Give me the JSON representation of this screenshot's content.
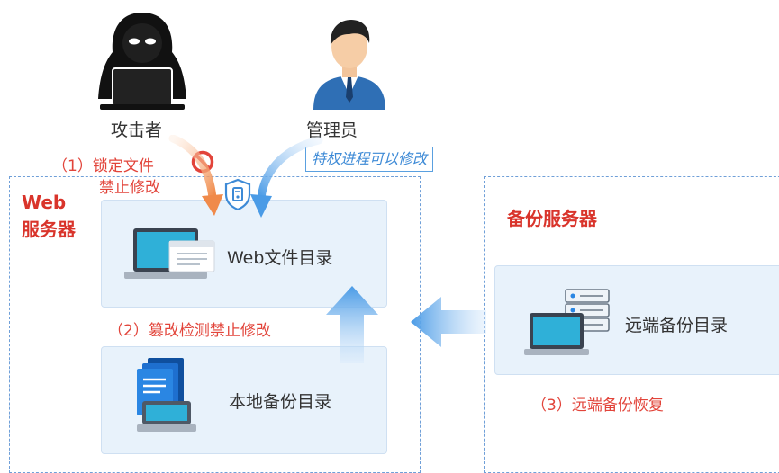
{
  "actors": {
    "attacker": "攻击者",
    "admin": "管理员"
  },
  "notes": {
    "lock_line1": "（1）锁定文件",
    "lock_line2": "禁止修改",
    "privileged": "特权进程可以修改",
    "tamper": "（2）篡改检测禁止修改",
    "remote_restore": "（3）远端备份恢复"
  },
  "web_server": {
    "title_line1": "Web",
    "title_line2": "服务器",
    "web_dir": "Web文件目录",
    "local_backup": "本地备份目录"
  },
  "backup_server": {
    "title": "备份服务器",
    "remote_dir": "远端备份目录"
  },
  "colors": {
    "accent_blue": "#3d8ad6",
    "arrow_blue": "#4a9be6",
    "alert_red": "#e2443a",
    "panel_bg": "#e8f2fb",
    "frame": "#6f9fd8"
  },
  "icons": [
    "hacker-icon",
    "admin-person-icon",
    "forbidden-icon",
    "shield-icon",
    "laptop-document-icon",
    "document-stack-icon",
    "server-laptop-icon"
  ]
}
